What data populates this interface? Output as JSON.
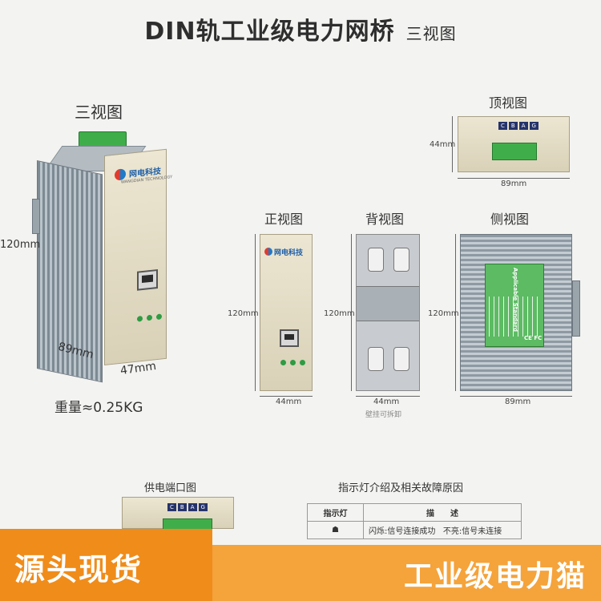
{
  "title": {
    "main": "DIN轨工业级电力网桥",
    "sub": "三视图"
  },
  "iso": {
    "heading": "三视图",
    "brand": "网电科技",
    "brand_sub": "WANGDIAN TECHNOLOGY",
    "dim_height": "120mm",
    "dim_depth": "89mm",
    "dim_width": "47mm",
    "weight": "重量≈0.25KG"
  },
  "top_view": {
    "heading": "顶视图",
    "dim_h": "44mm",
    "dim_w": "89mm",
    "keys": [
      "C",
      "B",
      "A",
      "G"
    ]
  },
  "front_view": {
    "heading": "正视图",
    "dim_h": "120mm",
    "dim_w": "44mm",
    "brand": "网电科技"
  },
  "back_view": {
    "heading": "背视图",
    "dim_h": "120mm",
    "dim_w": "44mm",
    "note": "壁挂可拆卸"
  },
  "side_view": {
    "heading": "侧视图",
    "dim_h": "120mm",
    "dim_w": "89mm",
    "label_title": "Applicable Standard",
    "marks": "CE FC"
  },
  "power_port": {
    "heading": "供电端口图",
    "keys": [
      "C",
      "B",
      "A",
      "G"
    ]
  },
  "indicator": {
    "heading": "指示灯介绍及相关故障原因",
    "col_light": "指示灯",
    "col_desc": "描　　述",
    "row1_flash": "闪烁:信号连接成功",
    "row1_off": "不亮:信号未连接"
  },
  "banner": {
    "left": "源头现货",
    "right": "工业级电力猫"
  },
  "colors": {
    "banner_left": "#f08c1a",
    "banner_right": "#f5a33b",
    "panel": "#e4ddc5",
    "led": "#2f9b43",
    "connector": "#3fae4a"
  }
}
